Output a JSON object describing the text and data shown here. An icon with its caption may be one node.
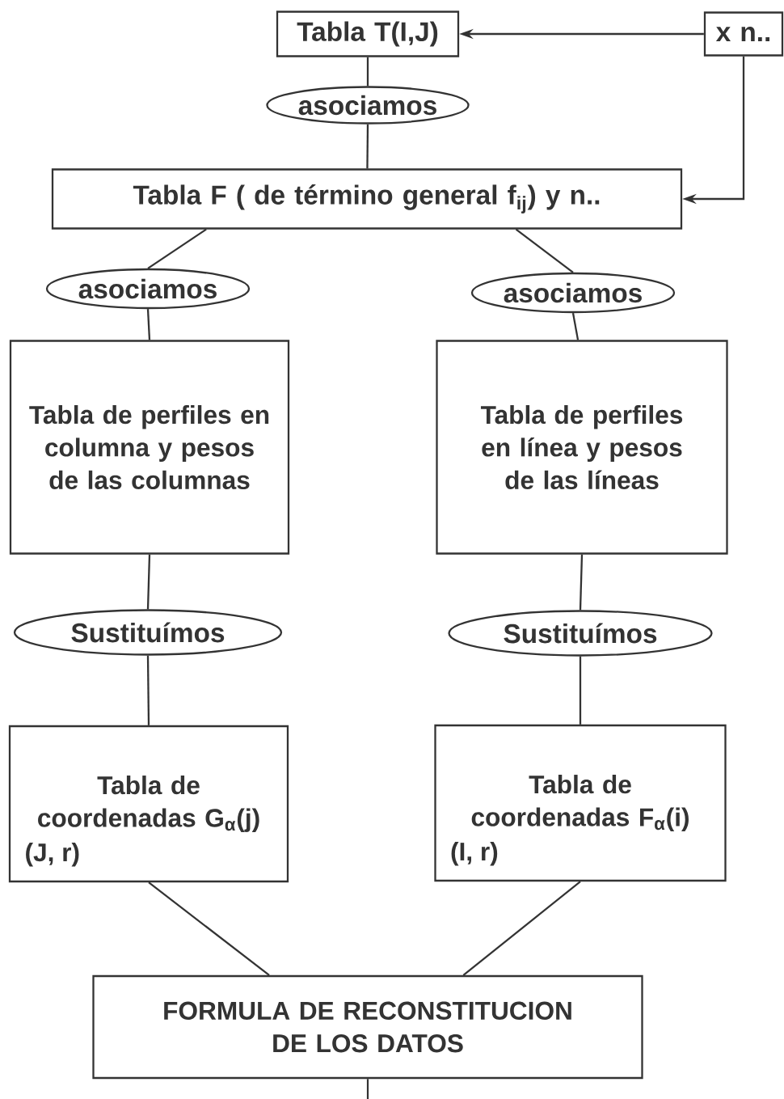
{
  "diagram": {
    "nodes": [
      {
        "text": [
          "Tabla T(I,J)"
        ]
      },
      {
        "text": [
          "x n.."
        ]
      },
      {
        "text": [
          "asociamos"
        ]
      },
      {
        "text": [
          "Tabla F ( de término general f$_{ij}$) y n.."
        ]
      },
      {
        "text": [
          "asociamos"
        ]
      },
      {
        "text": [
          "asociamos"
        ]
      },
      {
        "text": [
          "Tabla de perfiles en columna y pesos de las columnas"
        ]
      },
      {
        "text": [
          "Tabla de perfiles en línea y pesos de las líneas"
        ]
      },
      {
        "text": [
          "Sustituímos"
        ]
      },
      {
        "text": [
          "Sustituímos"
        ]
      },
      {
        "text": [
          "Tabla de coordenadas G$_{α}$(j)",
          "(J, r)"
        ]
      },
      {
        "text": [
          "Tabla de coordenadas F$_{α}$(i)",
          "(I, r)"
        ]
      },
      {
        "text": [
          "FORMULA DE RECONSTITUCION DE LOS DATOS"
        ]
      }
    ],
    "edges": [
      {
        "from": 1,
        "to": 0,
        "arrow": "to"
      },
      {
        "from": 1,
        "to": 3,
        "arrow": "to"
      },
      {
        "from": 0,
        "to": 2,
        "arrow": "none"
      },
      {
        "from": 2,
        "to": 3,
        "arrow": "none"
      },
      {
        "from": 3,
        "to": 4,
        "arrow": "none"
      },
      {
        "from": 3,
        "to": 5,
        "arrow": "none"
      },
      {
        "from": 4,
        "to": 6,
        "arrow": "none"
      },
      {
        "from": 5,
        "to": 7,
        "arrow": "none"
      },
      {
        "from": 6,
        "to": 8,
        "arrow": "none"
      },
      {
        "from": 7,
        "to": 9,
        "arrow": "none"
      },
      {
        "from": 8,
        "to": 10,
        "arrow": "none"
      },
      {
        "from": 9,
        "to": 11,
        "arrow": "none"
      },
      {
        "from": 10,
        "to": 12,
        "arrow": "none"
      },
      {
        "from": 11,
        "to": 12,
        "arrow": "none"
      },
      {
        "from": 12,
        "to": null,
        "arrow": "none"
      }
    ]
  }
}
